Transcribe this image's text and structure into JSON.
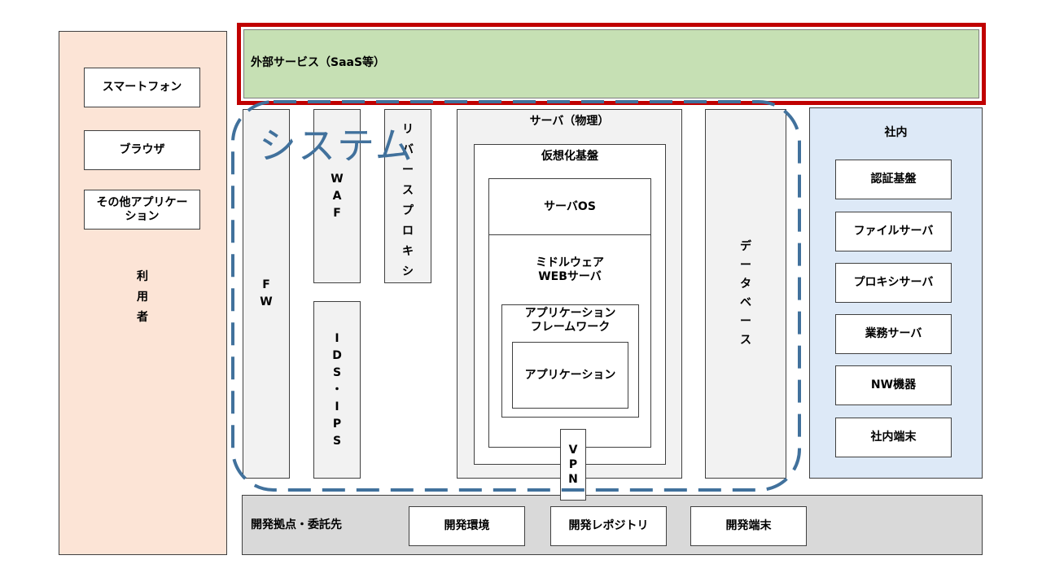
{
  "users": {
    "devices": [
      "スマートフォン",
      "ブラウザ",
      "その他アプリケーション"
    ],
    "label_chars": [
      "利",
      "用",
      "者"
    ]
  },
  "external": {
    "label": "外部サービス（SaaS等）"
  },
  "system": {
    "label": "システム"
  },
  "fw": {
    "chars": [
      "F",
      "W"
    ]
  },
  "waf": {
    "chars": [
      "W",
      "A",
      "F"
    ]
  },
  "ids_ips": {
    "chars": [
      "I",
      "D",
      "S",
      "・",
      "I",
      "P",
      "S"
    ]
  },
  "reverse_proxy": {
    "chars": [
      "リ",
      "バ",
      "ー",
      "ス",
      "プ",
      "ロ",
      "キ",
      "シ"
    ]
  },
  "server": {
    "label": "サーバ（物理）",
    "virtualization": "仮想化基盤",
    "os": "サーバOS",
    "middleware": "ミドルウェア\nWEBサーバ",
    "framework": "アプリケーション\nフレームワーク",
    "application": "アプリケーション"
  },
  "vpn": {
    "chars": [
      "V",
      "P",
      "N"
    ]
  },
  "database": {
    "chars": [
      "デ",
      "ー",
      "タ",
      "ベ",
      "ー",
      "ス"
    ]
  },
  "internal": {
    "label": "社内",
    "items": [
      "認証基盤",
      "ファイルサーバ",
      "プロキシサーバ",
      "業務サーバ",
      "NW機器",
      "社内端末"
    ]
  },
  "dev": {
    "label": "開発拠点・委託先",
    "items": [
      "開発環境",
      "開発レポジトリ",
      "開発端末"
    ]
  },
  "colors": {
    "users_bg": "#fce4d6",
    "external_bg": "#c6e0b4",
    "external_border": "#c00000",
    "internal_bg": "#dde9f7",
    "dev_bg": "#d9d9d9",
    "system_dash": "#41719c"
  }
}
